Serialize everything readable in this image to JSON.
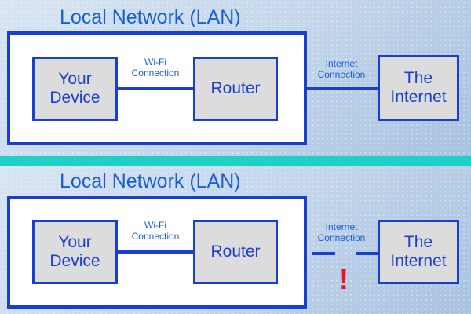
{
  "colors": {
    "accent": "#1a3fd0",
    "text": "#1a5fd4",
    "divider": "#1fd0c6",
    "alert": "#e8141c"
  },
  "top": {
    "title": "Local Network (LAN)",
    "device": {
      "line1": "Your",
      "line2": "Device"
    },
    "wifi_label": {
      "line1": "Wi-Fi",
      "line2": "Connection"
    },
    "router": "Router",
    "internet_label": {
      "line1": "Internet",
      "line2": "Connection"
    },
    "internet": {
      "line1": "The",
      "line2": "Internet"
    }
  },
  "bottom": {
    "title": "Local Network (LAN)",
    "device": {
      "line1": "Your",
      "line2": "Device"
    },
    "wifi_label": {
      "line1": "Wi-Fi",
      "line2": "Connection"
    },
    "router": "Router",
    "internet_label": {
      "line1": "Internet",
      "line2": "Connection"
    },
    "internet": {
      "line1": "The",
      "line2": "Internet"
    },
    "alert": "!"
  }
}
